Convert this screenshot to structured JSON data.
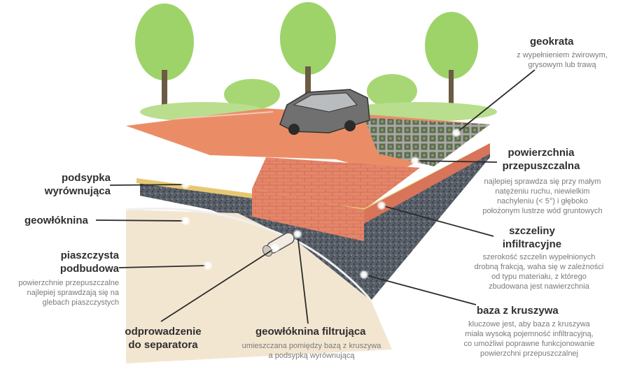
{
  "labels": {
    "geokrata": {
      "title": "geokrata",
      "desc": "z wypełnieniem żwirowym,\ngrysowym lub trawą"
    },
    "powierzchnia": {
      "title": "powierzchnia\nprzepuszczalna",
      "desc": "najlepiej sprawdza się przy małym\nnatężeniu ruchu, niewielkim\nnachyleniu (< 5°) i głęboko\npołożonym lustrze wód gruntowych"
    },
    "szczeliny": {
      "title": "szczeliny\ninfiltracyjne",
      "desc": "szerokość szczelin wypełnionych\ndrobną frakcją, waha się w zależności\nod typu materiału, z którego\nzbudowana jest nawierzchnia"
    },
    "baza": {
      "title": "baza z kruszywa",
      "desc": "kluczowe jest, aby baza z kruszywa\nmiała wysoką pojemność infiltracyjną,\nco umożliwi poprawne funkcjonowanie\npowierzchni przepuszczalnej"
    },
    "podsypka": {
      "title": "podsypka\nwyrównująca"
    },
    "geowloknina": {
      "title": "geowłóknina"
    },
    "piaszczysta": {
      "title": "piaszczysta\npodbudowa",
      "desc": "powierzchnie przepuszczalne\nnajlepiej sprawdzają się na\nglebach piaszczystych"
    },
    "odprowadzenie": {
      "title": "odprowadzenie\ndo separatora"
    },
    "filtrujaca": {
      "title": "geowłóknina filtrująca",
      "desc": "umieszczana pomiędzy bazą z kruszywa\na podsypką wyrównującą"
    }
  },
  "colors": {
    "paving": "#e98a66",
    "paving_dark": "#c8684a",
    "gravel": "#5d6469",
    "sand": "#f2e5d0",
    "trees": "#8fcf5c",
    "car": "#6f6f6f",
    "leader": "#2b2b2b"
  }
}
